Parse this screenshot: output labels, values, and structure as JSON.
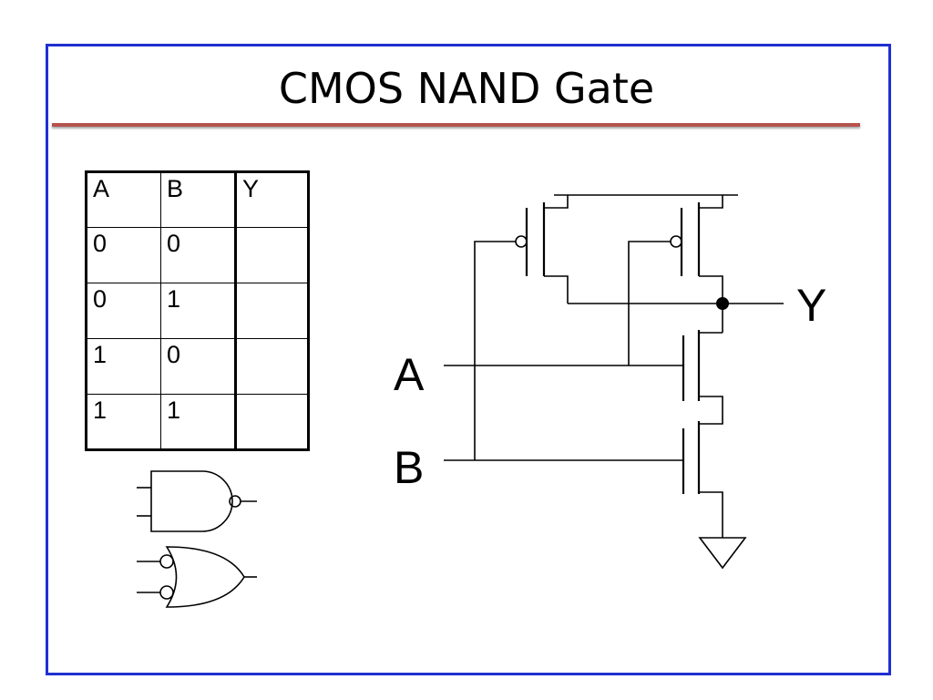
{
  "slide": {
    "title": "CMOS NAND Gate",
    "frame_color": "#1f2fd1",
    "rule_color": "#b5534d"
  },
  "truth_table": {
    "headers": [
      "A",
      "B",
      "Y"
    ],
    "rows": [
      [
        "0",
        "0",
        ""
      ],
      [
        "0",
        "1",
        ""
      ],
      [
        "1",
        "0",
        ""
      ],
      [
        "1",
        "1",
        ""
      ]
    ]
  },
  "circuit": {
    "labels": {
      "input_a": "A",
      "input_b": "B",
      "output_y": "Y"
    }
  },
  "gate_symbols": [
    "nand-gate-icon",
    "or-with-inverted-inputs-icon"
  ]
}
